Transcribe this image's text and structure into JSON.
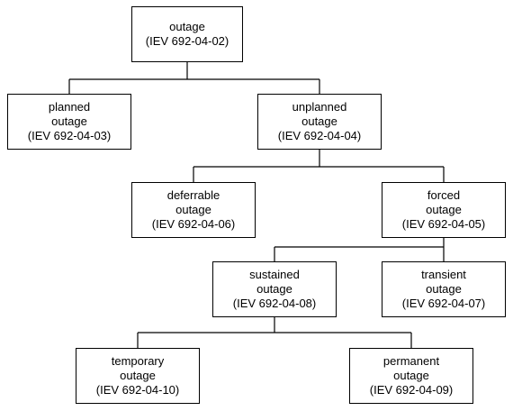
{
  "diagram": {
    "nodes": {
      "outage": {
        "lines": [
          "outage",
          "(IEV 692-04-02)"
        ]
      },
      "planned": {
        "lines": [
          "planned",
          "outage",
          "(IEV 692-04-03)"
        ]
      },
      "unplanned": {
        "lines": [
          "unplanned",
          "outage",
          "(IEV 692-04-04)"
        ]
      },
      "deferrable": {
        "lines": [
          "deferrable",
          "outage",
          "(IEV 692-04-06)"
        ]
      },
      "forced": {
        "lines": [
          "forced",
          "outage",
          "(IEV 692-04-05)"
        ]
      },
      "sustained": {
        "lines": [
          "sustained",
          "outage",
          "(IEV 692-04-08)"
        ]
      },
      "transient": {
        "lines": [
          "transient",
          "outage",
          "(IEV 692-04-07)"
        ]
      },
      "temporary": {
        "lines": [
          "temporary",
          "outage",
          "(IEV 692-04-10)"
        ]
      },
      "permanent": {
        "lines": [
          "permanent",
          "outage",
          "(IEV 692-04-09)"
        ]
      }
    }
  }
}
